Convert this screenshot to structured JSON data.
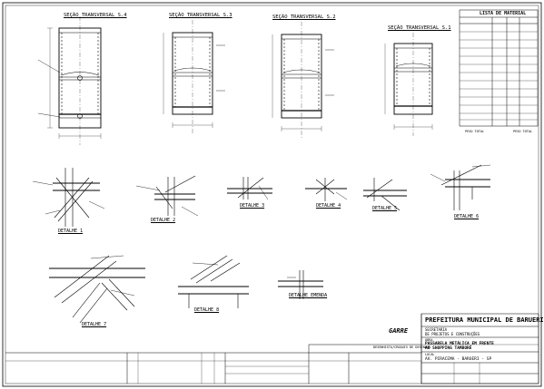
{
  "sections": {
    "s4": "SEÇÃO TRANSVERSAL S.4",
    "s3": "SEÇÃO TRANSVERSAL S.3",
    "s2": "SEÇÃO TRANSVERSAL S.2",
    "s1": "SEÇÃO TRANSVERSAL S.1"
  },
  "materials": {
    "title": "LISTA DE MATERIAL",
    "footnote_left": "PESO TOTAL",
    "footnote_right": "PESO TOTAL"
  },
  "details": {
    "d1": "DETALHE 1",
    "d2": "DETALHE 2",
    "d3": "DETALHE 3",
    "d4": "DETALHE 4",
    "d5": "DETALHE 5",
    "d6": "DETALHE 6",
    "d7": "DETALHE 7",
    "d8": "DETALHE 8",
    "emenda": "DETALHE EMENDA"
  },
  "titleblock": {
    "prefeitura": "PREFEITURA MUNICIPAL DE BARUERI",
    "secretaria": "SECRETARIA",
    "secretaria2": "DE PROJETOS E CONSTRUÇÕES",
    "obra_label": "OBRA",
    "obra": "PASSARELA METÁLICA EM FRENTE",
    "obra2": "AO SHOPPING TAMBORÉ",
    "local_label": "LOCAL",
    "local": "AV. PIRACEMA - BARUERI - SP",
    "logo": "GARRE",
    "desenho": "DESENHISTA/CROQUIS DE DESENHOS"
  }
}
